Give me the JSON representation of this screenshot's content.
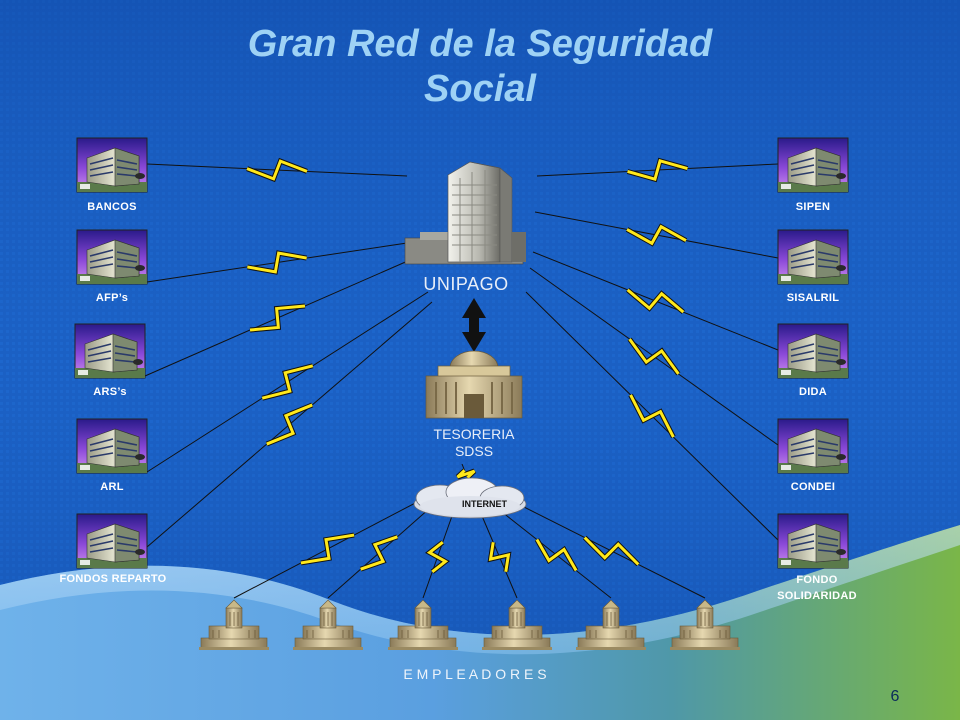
{
  "slide": {
    "title_line1": "Gran Red de la Seguridad",
    "title_line2": "Social",
    "page_number": "6"
  },
  "colors": {
    "background": "#1a5ec0",
    "title": "#9ed2f5",
    "lightning": "#ffe81a",
    "wave_light": "#5fa8e6",
    "wave_green": "#7ab648"
  },
  "left_nodes": [
    {
      "label": "BANCOS"
    },
    {
      "label": "AFP’s"
    },
    {
      "label": "ARS’s"
    },
    {
      "label": "ARL"
    },
    {
      "label": "FONDOS REPARTO"
    }
  ],
  "right_nodes": [
    {
      "label": "SIPEN"
    },
    {
      "label": "SISALRIL"
    },
    {
      "label": "DIDA"
    },
    {
      "label": "CONDEI"
    },
    {
      "label": "FONDO",
      "label2": "SOLIDARIDAD"
    }
  ],
  "center": {
    "unipago_label": "UNIPAGO",
    "tesoreria_label1": "TESORERIA",
    "tesoreria_label2": "SDSS",
    "internet_label": "INTERNET"
  },
  "employers": {
    "label": "E M P L E A D O R E S",
    "count": 6
  }
}
